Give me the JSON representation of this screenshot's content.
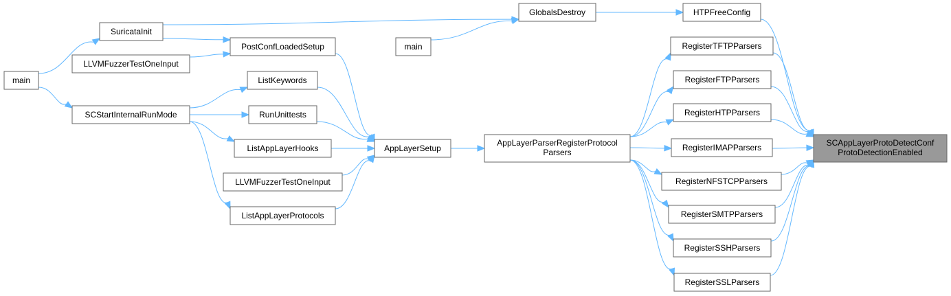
{
  "diagram": {
    "type": "doxygen-caller-graph",
    "colors": {
      "edge": "#63b8ff",
      "node_border": "#666666",
      "target_fill": "#999999",
      "node_fill": "#ffffff"
    },
    "nodes": [
      {
        "id": "target",
        "lines": [
          "SCAppLayerProtoDetectConf",
          "ProtoDetectionEnabled"
        ],
        "highlight": true
      },
      {
        "id": "htpfreeconfig",
        "lines": [
          "HTPFreeConfig"
        ]
      },
      {
        "id": "globalsdestroy",
        "lines": [
          "GlobalsDestroy"
        ]
      },
      {
        "id": "suricatainit",
        "lines": [
          "SuricataInit"
        ]
      },
      {
        "id": "main_a",
        "lines": [
          "main"
        ]
      },
      {
        "id": "main_b",
        "lines": [
          "main"
        ]
      },
      {
        "id": "postconfloadedsetup",
        "lines": [
          "PostConfLoadedSetup"
        ]
      },
      {
        "id": "llvmfuzzer_a",
        "lines": [
          "LLVMFuzzerTestOneInput"
        ]
      },
      {
        "id": "scstartinternalrunmode",
        "lines": [
          "SCStartInternalRunMode"
        ]
      },
      {
        "id": "listkeywords",
        "lines": [
          "ListKeywords"
        ]
      },
      {
        "id": "rununittests",
        "lines": [
          "RunUnittests"
        ]
      },
      {
        "id": "listapplayerhooks",
        "lines": [
          "ListAppLayerHooks"
        ]
      },
      {
        "id": "llvmfuzzer_b",
        "lines": [
          "LLVMFuzzerTestOneInput"
        ]
      },
      {
        "id": "listapplayerprotocols",
        "lines": [
          "ListAppLayerProtocols"
        ]
      },
      {
        "id": "applayersetup",
        "lines": [
          "AppLayerSetup"
        ]
      },
      {
        "id": "applayerparserregister",
        "lines": [
          "AppLayerParserRegisterProtocol",
          "Parsers"
        ]
      },
      {
        "id": "registertftp",
        "lines": [
          "RegisterTFTPParsers"
        ]
      },
      {
        "id": "registerftp",
        "lines": [
          "RegisterFTPParsers"
        ]
      },
      {
        "id": "registerhtp",
        "lines": [
          "RegisterHTPParsers"
        ]
      },
      {
        "id": "registerimap",
        "lines": [
          "RegisterIMAPParsers"
        ]
      },
      {
        "id": "registernfstcp",
        "lines": [
          "RegisterNFSTCPParsers"
        ]
      },
      {
        "id": "registersmtp",
        "lines": [
          "RegisterSMTPParsers"
        ]
      },
      {
        "id": "registerssh",
        "lines": [
          "RegisterSSHParsers"
        ]
      },
      {
        "id": "registerssl",
        "lines": [
          "RegisterSSLParsers"
        ]
      }
    ],
    "edges": [
      {
        "from": "main_a",
        "to": "suricatainit"
      },
      {
        "from": "main_a",
        "to": "scstartinternalrunmode"
      },
      {
        "from": "suricatainit",
        "to": "globalsdestroy"
      },
      {
        "from": "suricatainit",
        "to": "postconfloadedsetup"
      },
      {
        "from": "llvmfuzzer_a",
        "to": "postconfloadedsetup"
      },
      {
        "from": "scstartinternalrunmode",
        "to": "listkeywords"
      },
      {
        "from": "scstartinternalrunmode",
        "to": "rununittests"
      },
      {
        "from": "scstartinternalrunmode",
        "to": "listapplayerhooks"
      },
      {
        "from": "scstartinternalrunmode",
        "to": "listapplayerprotocols"
      },
      {
        "from": "main_b",
        "to": "globalsdestroy"
      },
      {
        "from": "globalsdestroy",
        "to": "htpfreeconfig"
      },
      {
        "from": "postconfloadedsetup",
        "to": "applayersetup"
      },
      {
        "from": "listkeywords",
        "to": "applayersetup"
      },
      {
        "from": "rununittests",
        "to": "applayersetup"
      },
      {
        "from": "listapplayerhooks",
        "to": "applayersetup"
      },
      {
        "from": "llvmfuzzer_b",
        "to": "applayersetup"
      },
      {
        "from": "listapplayerprotocols",
        "to": "applayersetup"
      },
      {
        "from": "applayersetup",
        "to": "applayerparserregister"
      },
      {
        "from": "applayerparserregister",
        "to": "registertftp"
      },
      {
        "from": "applayerparserregister",
        "to": "registerftp"
      },
      {
        "from": "applayerparserregister",
        "to": "registerhtp"
      },
      {
        "from": "applayerparserregister",
        "to": "registerimap"
      },
      {
        "from": "applayerparserregister",
        "to": "registernfstcp"
      },
      {
        "from": "applayerparserregister",
        "to": "registersmtp"
      },
      {
        "from": "applayerparserregister",
        "to": "registerssh"
      },
      {
        "from": "applayerparserregister",
        "to": "registerssl"
      },
      {
        "from": "htpfreeconfig",
        "to": "target"
      },
      {
        "from": "registertftp",
        "to": "target"
      },
      {
        "from": "registerftp",
        "to": "target"
      },
      {
        "from": "registerhtp",
        "to": "target"
      },
      {
        "from": "registerimap",
        "to": "target"
      },
      {
        "from": "registernfstcp",
        "to": "target"
      },
      {
        "from": "registersmtp",
        "to": "target"
      },
      {
        "from": "registerssh",
        "to": "target"
      },
      {
        "from": "registerssl",
        "to": "target"
      }
    ]
  }
}
